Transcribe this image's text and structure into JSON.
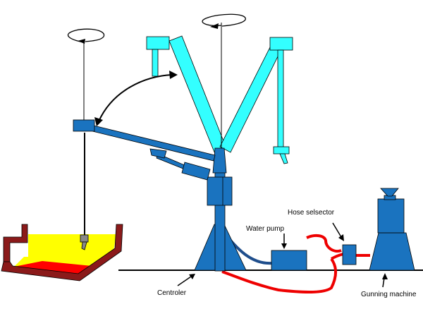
{
  "labels": {
    "water_pump": "Water pump",
    "hose_selector": "Hose selsector",
    "centroler": "Centroler",
    "gunning_machine": "Gunning machine"
  },
  "colors": {
    "machine_blue": "#1a73bf",
    "arm_cyan": "#33ffff",
    "water_hose": "#1f4e8c",
    "material_hose": "#ee0000",
    "ladle_shell": "#8b1a1a",
    "molten_metal": "#ffff00",
    "hot_metal": "#ff0000",
    "line": "#000000"
  }
}
